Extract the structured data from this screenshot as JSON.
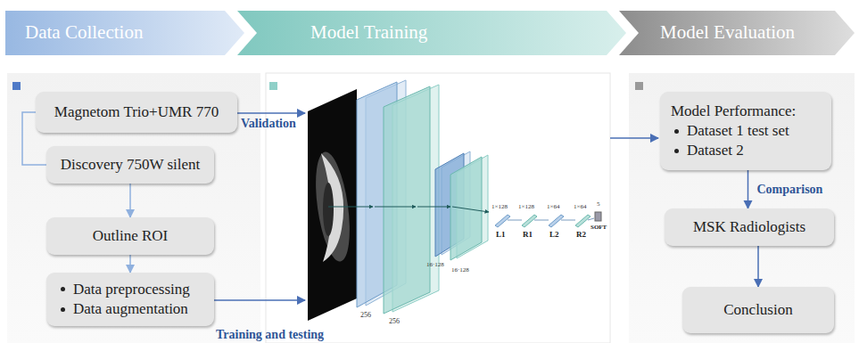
{
  "diagram": {
    "nodes": [
      {
        "text": [
          "Data Collection"
        ]
      },
      {
        "text": [
          "Model Training"
        ]
      },
      {
        "text": [
          "Model Evaluation"
        ]
      },
      {
        "text": [
          "Magnetom Trio+UMR 770"
        ]
      },
      {
        "text": [
          "Discovery 750W silent"
        ]
      },
      {
        "text": [
          "Outline ROI"
        ]
      },
      {
        "text": [
          "Data preprocessing",
          "Data augmentation"
        ]
      },
      {
        "text": [
          "Model Performance:",
          "Dataset 1 test set",
          "Dataset 2"
        ]
      },
      {
        "text": [
          "MSK Radiologists"
        ]
      },
      {
        "text": [
          "Conclusion"
        ]
      }
    ],
    "edges": [
      {
        "from": 3,
        "to": 4,
        "arrow": "none"
      },
      {
        "from": 4,
        "to": 5,
        "arrow": "to"
      },
      {
        "from": 5,
        "to": 6,
        "arrow": "to"
      },
      {
        "from": 7,
        "to": 8,
        "label": "Comparison",
        "arrow": "to"
      },
      {
        "from": 8,
        "to": 9,
        "arrow": "to"
      }
    ],
    "labels": [
      "Validation",
      "Training and testing",
      "256",
      "256",
      "16·128",
      "16·128",
      "1×128",
      "1×128",
      "1×64",
      "1×64",
      "5",
      "L1",
      "R1",
      "L2",
      "R2",
      "SOFT"
    ]
  }
}
